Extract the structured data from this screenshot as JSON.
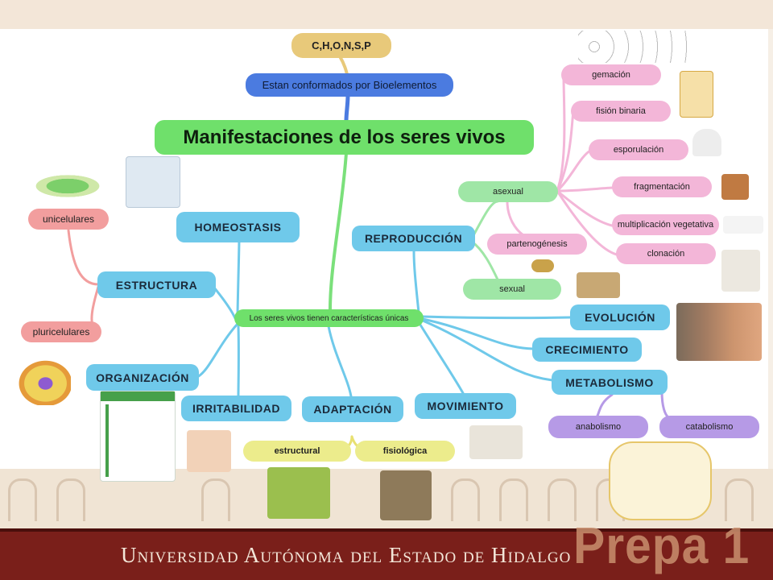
{
  "map": {
    "top": "C,H,O,N,S,P",
    "bioelements": "Estan conformados por Bioelementos",
    "title": "Manifestaciones de los seres vivos",
    "center": "Los seres vivos tienen características únicas"
  },
  "branches": {
    "homeostasis": "HOMEOSTASIS",
    "estructura": "ESTRUCTURA",
    "unicelulares": "unicelulares",
    "pluricelulares": "pluricelulares",
    "organizacion": "ORGANIZACIÓN",
    "irritabilidad": "IRRITABILIDAD",
    "adaptacion": "ADAPTACIÓN",
    "estructural": "estructural",
    "fisiologica": "fisiológica",
    "movimiento": "MOVIMIENTO",
    "reproduccion": "REPRODUCCIÓN",
    "asexual": "asexual",
    "partenogenesis": "partenogénesis",
    "sexual": "sexual",
    "gemacion": "gemación",
    "fision": "fisión binaria",
    "esporulacion": "esporulación",
    "fragmentacion": "fragmentación",
    "multiplicacion": "multiplicación vegetativa",
    "clonacion": "clonación",
    "evolucion": "EVOLUCIÓN",
    "crecimiento": "CRECIMIENTO",
    "metabolismo": "METABOLISMO",
    "anabolismo": "anabolismo",
    "catabolismo": "catabolismo"
  },
  "footer": {
    "title": "Universidad Autónoma del Estado de Hidalgo",
    "brand": "Prepa 1"
  },
  "colors": {
    "blue": "#6fc9ea",
    "pink": "#f3b6d8",
    "green": "#9fe6a6",
    "purple": "#b69ae6",
    "salmon": "#f29e9e",
    "yellow": "#ecec8c",
    "footer": "#7a1f1a"
  }
}
